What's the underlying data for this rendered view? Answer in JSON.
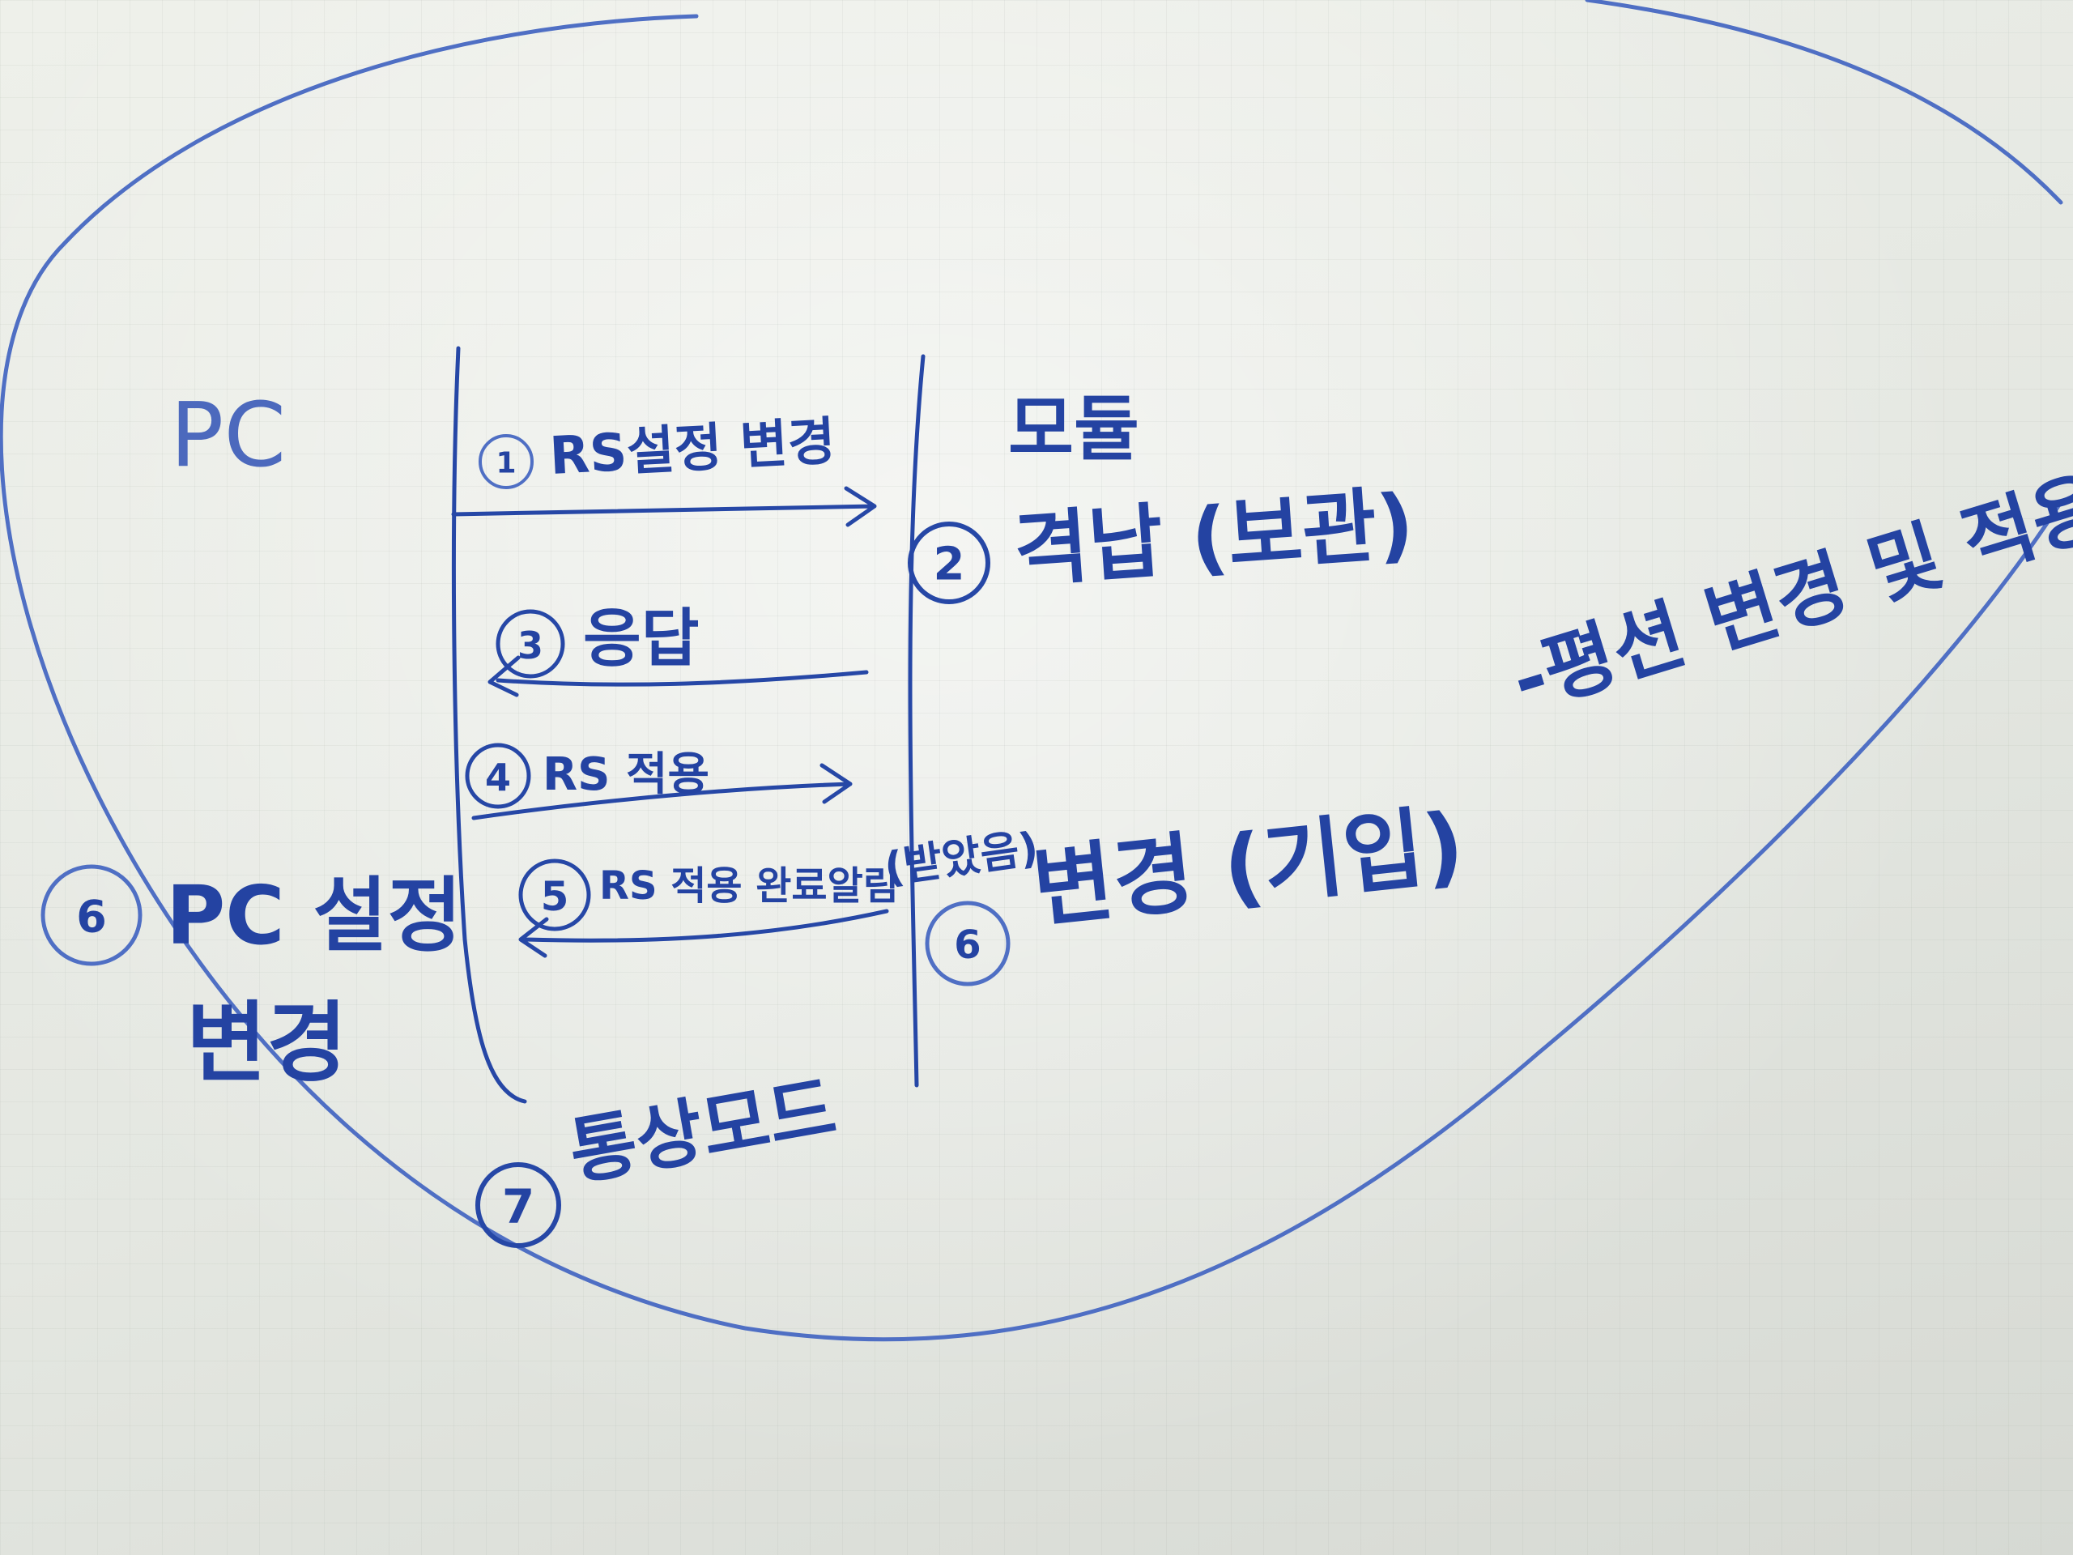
{
  "texts": {
    "pc_label": "PC",
    "pc_setting_line1": "PC 설정",
    "pc_setting_line2": "변경",
    "step1_text": "RS설정 변경",
    "step3_text": "응답",
    "step4_text": "RS 적용",
    "step5_text": "RS 적용 완료알림",
    "step5_note": "(받았음)",
    "step7_text": "통상모드",
    "right_top": "모듈",
    "step2_text": "격납 (보관)",
    "step6_text": "변경 (기입)",
    "function_text": "-평션 변경 및 적용"
  },
  "steps": {
    "s1": "1",
    "s2": "2",
    "s3": "3",
    "s4": "4",
    "s5": "5",
    "s6_left": "6",
    "s6_right": "6",
    "s7": "7"
  },
  "colors": {
    "marker_blue": "#2443a2",
    "board": "#e6e9e3"
  }
}
